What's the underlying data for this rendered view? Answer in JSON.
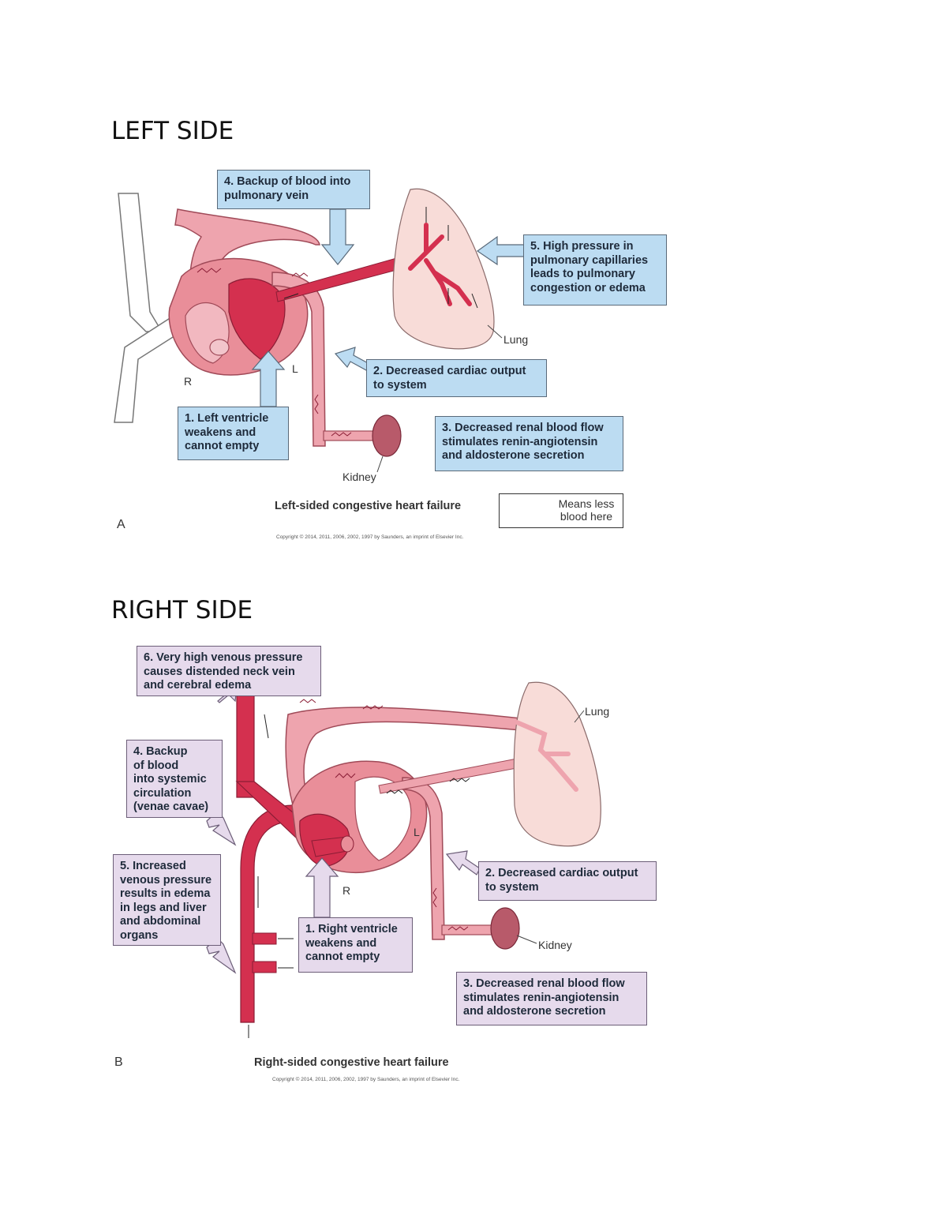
{
  "left": {
    "heading": "LEFT SIDE",
    "boxes": {
      "box4": "4. Backup of blood into\npulmonary vein",
      "box5": "5. High pressure in\npulmonary capillaries\nleads to pulmonary\ncongestion or edema",
      "box2": "2. Decreased cardiac output\nto system",
      "box1": "1. Left ventricle\nweakens and\ncannot empty",
      "box3": "3. Decreased renal blood flow\nstimulates renin-angiotensin\nand aldosterone secretion"
    },
    "labels": {
      "lung": "Lung",
      "kidney": "Kidney",
      "r": "R",
      "l": "L"
    },
    "caption": "Left-sided congestive heart failure",
    "legend": "Means less\nblood here",
    "panel_letter": "A",
    "copyright": "Copyright © 2014, 2011, 2006, 2002, 1997 by Saunders, an imprint of Elsevier Inc."
  },
  "right": {
    "heading": "RIGHT SIDE",
    "boxes": {
      "box6": "6. Very high venous pressure\ncauses distended neck vein\nand cerebral edema",
      "box4": "4. Backup\nof blood\ninto systemic\ncirculation\n(venae  cavae)",
      "box5": "5. Increased\nvenous pressure\nresults in edema\nin legs and liver\nand abdominal\norgans",
      "box1": "1. Right ventricle\nweakens and\ncannot empty",
      "box2": "2. Decreased cardiac output\nto system",
      "box3": "3. Decreased renal blood flow\nstimulates renin-angiotensin\nand aldosterone secretion"
    },
    "labels": {
      "lung": "Lung",
      "kidney": "Kidney",
      "r": "R",
      "l": "L"
    },
    "caption": "Right-sided congestive heart failure",
    "panel_letter": "B",
    "copyright": "Copyright © 2014, 2011, 2006, 2002, 1997 by Saunders, an imprint of Elsevier Inc."
  },
  "colors": {
    "vessel_dark": "#d4304f",
    "vessel_light": "#eea4ae",
    "heart_wall": "#e98e99",
    "lung_fill": "#f8dcd8",
    "kidney": "#b85a6a",
    "blue_box": "#bcdcf2",
    "lavender_box": "#e6daec",
    "arrow_blue": "#bcdcf2",
    "arrow_lav": "#e6daec"
  }
}
